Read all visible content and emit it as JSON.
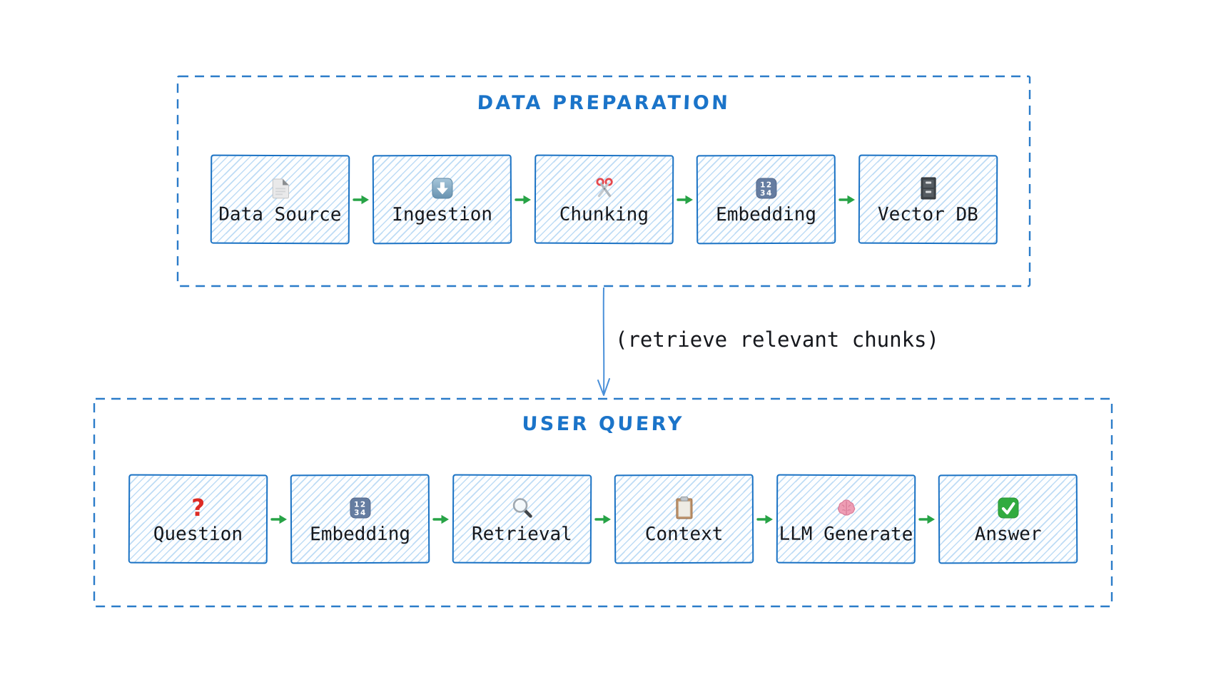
{
  "colors": {
    "frame_dash_blue": "#2b7cc9",
    "box_border_blue": "#1a72c4",
    "hatch_fill_blue": "#bedcf5",
    "title_blue": "#1b74c9",
    "label_ink": "#15171c",
    "green_arrow": "#27a346",
    "connector_blue": "#4a90d9",
    "question_red": "#dd2b24"
  },
  "sections": [
    {
      "id": "data-preparation",
      "title": "DATA PREPARATION",
      "steps": [
        {
          "label": "Data Source",
          "icon": "page-document-icon"
        },
        {
          "label": "Ingestion",
          "icon": "down-arrow-button-icon"
        },
        {
          "label": "Chunking",
          "icon": "scissors-icon"
        },
        {
          "label": "Embedding",
          "icon": "input-numbers-icon"
        },
        {
          "label": "Vector DB",
          "icon": "file-cabinet-icon"
        }
      ]
    },
    {
      "id": "user-query",
      "title": "USER QUERY",
      "steps": [
        {
          "label": "Question",
          "icon": "question-mark-icon"
        },
        {
          "label": "Embedding",
          "icon": "input-numbers-icon"
        },
        {
          "label": "Retrieval",
          "icon": "magnifying-glass-icon"
        },
        {
          "label": "Context",
          "icon": "clipboard-icon"
        },
        {
          "label": "LLM Generate",
          "icon": "brain-icon"
        },
        {
          "label": "Answer",
          "icon": "check-mark-icon"
        }
      ]
    }
  ],
  "connector": {
    "label": "(retrieve relevant chunks)"
  },
  "icons": {
    "input_numbers_top": "12",
    "input_numbers_bottom": "34",
    "question_mark": "?"
  }
}
